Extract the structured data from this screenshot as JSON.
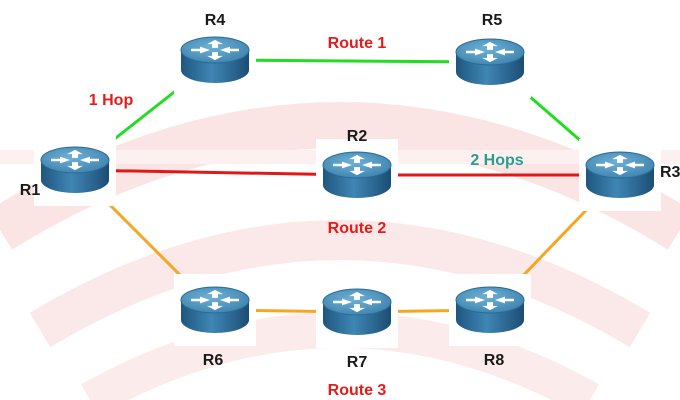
{
  "routers": [
    {
      "id": "R1",
      "label": "R1"
    },
    {
      "id": "R2",
      "label": "R2"
    },
    {
      "id": "R3",
      "label": "R3"
    },
    {
      "id": "R4",
      "label": "R4"
    },
    {
      "id": "R5",
      "label": "R5"
    },
    {
      "id": "R6",
      "label": "R6"
    },
    {
      "id": "R7",
      "label": "R7"
    },
    {
      "id": "R8",
      "label": "R8"
    }
  ],
  "links": [
    {
      "from": "R1",
      "to": "R4",
      "route": "route1"
    },
    {
      "from": "R4",
      "to": "R5",
      "route": "route1"
    },
    {
      "from": "R5",
      "to": "R3",
      "route": "route1"
    },
    {
      "from": "R1",
      "to": "R2",
      "route": "route2"
    },
    {
      "from": "R2",
      "to": "R3",
      "route": "route2"
    },
    {
      "from": "R1",
      "to": "R6",
      "route": "route3"
    },
    {
      "from": "R6",
      "to": "R7",
      "route": "route3"
    },
    {
      "from": "R7",
      "to": "R8",
      "route": "route3"
    },
    {
      "from": "R8",
      "to": "R3",
      "route": "route3"
    }
  ],
  "labels": {
    "route1": "Route 1",
    "route2": "Route 2",
    "route3": "Route 3",
    "hop1": "1 Hop",
    "hops2": "2 Hops"
  },
  "colors": {
    "route1": "#22dd22",
    "route2": "#e01818",
    "route3": "#f5a623",
    "label_red": "#e31c1c",
    "label_teal": "#2a9d8f",
    "watermark": "#fbe3e3",
    "router_body": "#2c6f98",
    "router_top": "#4a90b8",
    "router_arrow": "#ffffff"
  }
}
